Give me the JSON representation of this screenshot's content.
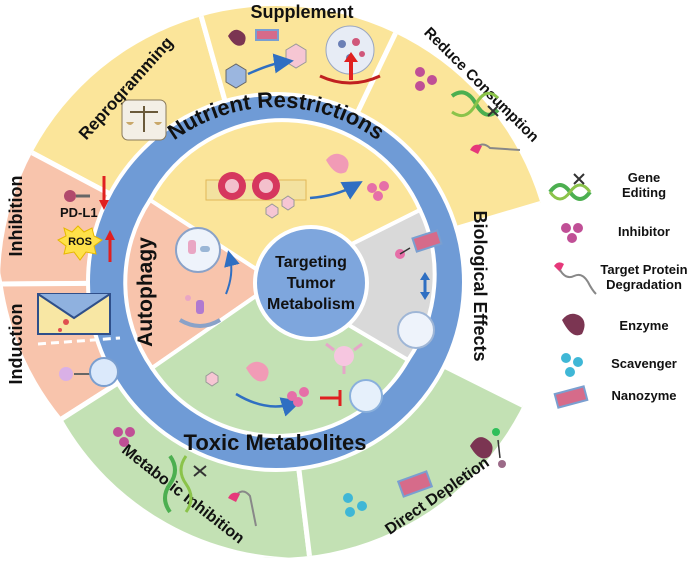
{
  "center": {
    "line1": "Targeting",
    "line2": "Tumor",
    "line3": "Metabolism"
  },
  "ring": {
    "nutrient_restrictions": "Nutrient Restrictions",
    "toxic_metabolites": "Toxic Metabolites",
    "autophagy": "Autophagy",
    "biological_effects": "Biological Effects"
  },
  "outer": {
    "supplement": "Supplement",
    "reprogramming": "Reprogramming",
    "reduce_consumption": "Reduce Consumption",
    "inhibition": "Inhibition",
    "induction": "Induction",
    "metabolic_inhibition": "Metabolic Inhibition",
    "direct_depletion": "Direct Depletion",
    "pd_l1": "PD-L1",
    "ros": "ROS"
  },
  "legend": [
    {
      "icon": "gene-editing-icon",
      "label_line1": "Gene",
      "label_line2": "Editing"
    },
    {
      "icon": "inhibitor-icon",
      "label_line1": "Inhibitor",
      "label_line2": ""
    },
    {
      "icon": "target-protein-degradation-icon",
      "label_line1": "Target Protein",
      "label_line2": "Degradation"
    },
    {
      "icon": "enzyme-icon",
      "label_line1": "Enzyme",
      "label_line2": ""
    },
    {
      "icon": "scavenger-icon",
      "label_line1": "Scavenger",
      "label_line2": ""
    },
    {
      "icon": "nanozyme-icon",
      "label_line1": "Nanozyme",
      "label_line2": ""
    }
  ],
  "colors": {
    "yellow": "#fbe59a",
    "salmon": "#f8c4ac",
    "green": "#c3e1b4",
    "gray": "#d9d9d9",
    "ring_blue": "#6f9bd6",
    "center_blue": "#7ea6dd",
    "arrow_blue": "#2f6fc2",
    "arrow_red": "#e02020"
  }
}
